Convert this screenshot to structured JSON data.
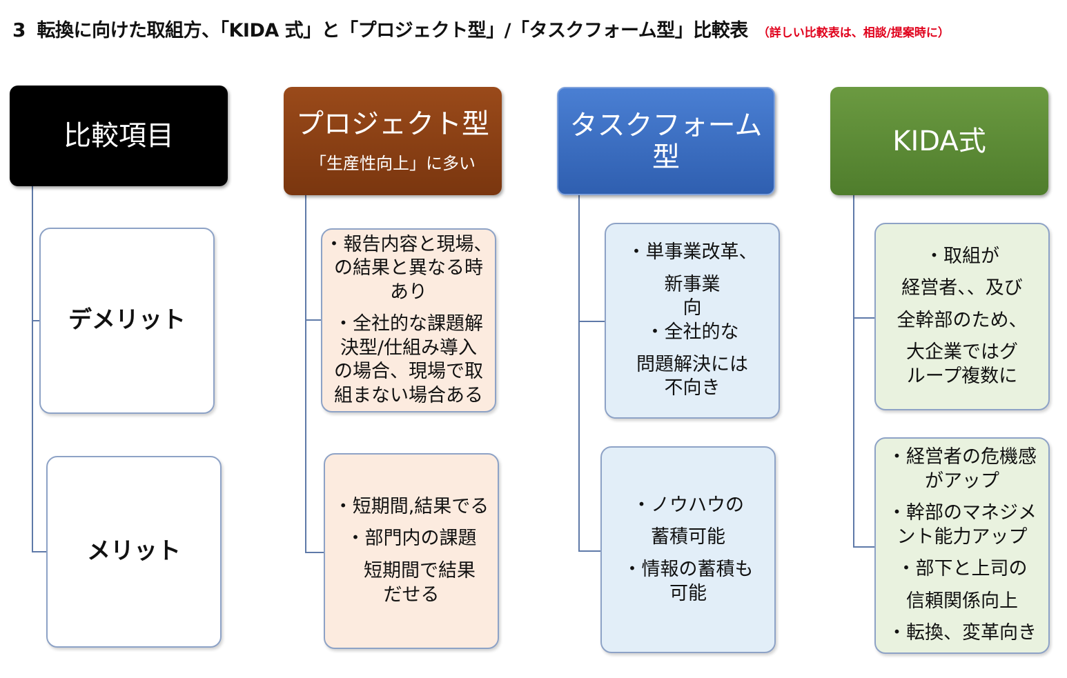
{
  "title": {
    "number": "3",
    "main": "転換に向けた取組方、「KIDA 式」と「プロジェクト型」/「タスクフォーム型」比較表",
    "note": "（詳しい比較表は、相談/提案時に）",
    "note_color": "#e0001b"
  },
  "colors": {
    "header_items": "#000000",
    "header_project": "#8b3f12",
    "header_taskforce": "#3d6fc4",
    "header_kida": "#5e8a38",
    "fill_project": "#fcebdf",
    "fill_taskforce": "#e2eef8",
    "fill_kida": "#e9f2df",
    "connector": "#5e79a8"
  },
  "columns": [
    {
      "header": {
        "title": "比較項目",
        "subtitle": ""
      },
      "demerit": [
        "デメリット"
      ],
      "merit": [
        "メリット"
      ]
    },
    {
      "header": {
        "title": "プロジェクト型",
        "subtitle": "「生産性向上」に多い"
      },
      "demerit": [
        "・報告内容と現場、",
        "の結果と異なる時",
        "あり",
        "・全社的な課題解",
        "決型/仕組み導入",
        "の場合、現場で取",
        "組まない場合ある"
      ],
      "merit": [
        "・短期間,結果でる",
        "・部門内の課題",
        "短期間で結果",
        "だせる"
      ]
    },
    {
      "header": {
        "title": "タスクフォーム型",
        "subtitle": ""
      },
      "demerit": [
        "・単事業改革、",
        "新事業",
        "向",
        "・全社的な",
        "問題解決には",
        "不向き"
      ],
      "merit": [
        "・ノウハウの",
        "蓄積可能",
        "・情報の蓄積も",
        "可能"
      ]
    },
    {
      "header": {
        "title": "KIDA式",
        "subtitle": ""
      },
      "demerit": [
        "・取組が",
        "経営者、、及び",
        "全幹部のため、",
        "大企業ではグ",
        "ループ複数に"
      ],
      "merit": [
        "・経営者の危機感",
        "がアップ",
        "・幹部のマネジメ",
        "ント能力アップ",
        "・部下と上司の",
        "信頼関係向上",
        "・転換、変革向き"
      ]
    }
  ]
}
